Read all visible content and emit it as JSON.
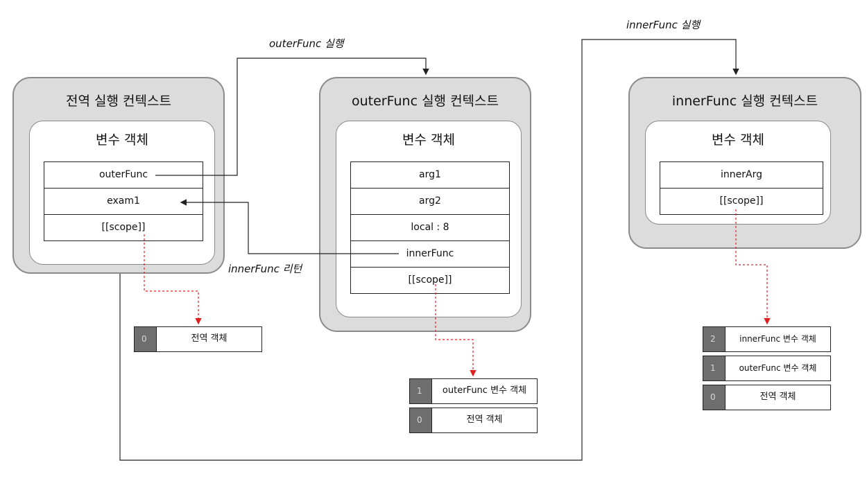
{
  "global_context": {
    "title": "전역 실행 컨텍스트",
    "variable_object": {
      "title": "변수 객체",
      "rows": [
        "outerFunc",
        "exam1",
        "[[scope]]"
      ]
    },
    "scope_chain": [
      {
        "index": "0",
        "label": "전역 객체"
      }
    ]
  },
  "outer_context": {
    "title": "outerFunc 실행 컨텍스트",
    "variable_object": {
      "title": "변수 객체",
      "rows": [
        "arg1",
        "arg2",
        "local : 8",
        "innerFunc",
        "[[scope]]"
      ]
    },
    "scope_chain": [
      {
        "index": "1",
        "label": "outerFunc 변수 객체"
      },
      {
        "index": "0",
        "label": "전역 객체"
      }
    ]
  },
  "inner_context": {
    "title": "innerFunc 실행 컨텍스트",
    "variable_object": {
      "title": "변수 객체",
      "rows": [
        "innerArg",
        "[[scope]]"
      ]
    },
    "scope_chain": [
      {
        "index": "2",
        "label": "innerFunc 변수 객체"
      },
      {
        "index": "1",
        "label": "outerFunc 변수 객체"
      },
      {
        "index": "0",
        "label": "전역 객체"
      }
    ]
  },
  "annotations": {
    "outer_exec": "outerFunc 실행",
    "inner_return": "innerFunc 리턴",
    "inner_exec": "innerFunc 실행"
  },
  "colors": {
    "context_bg": "#dcdcdc",
    "context_border": "#8a8a8a",
    "scope_link": "#e02020",
    "flow_line": "#222222",
    "index_cell": "#6e6e6e"
  }
}
